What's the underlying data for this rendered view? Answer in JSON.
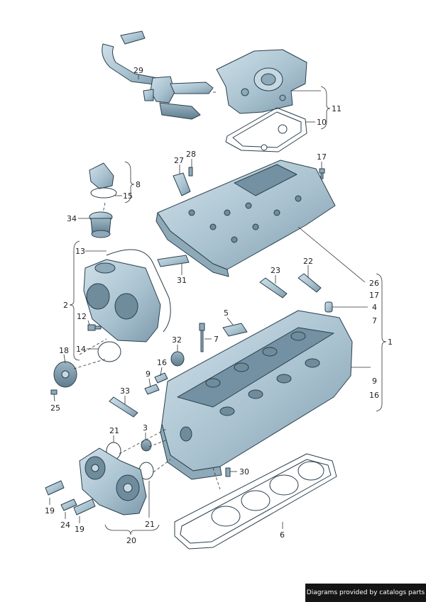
{
  "colors": {
    "part_fill": "#b7cdd9",
    "part_shade": "#8eaab9",
    "part_dark": "#6f8c9c",
    "outline": "#2a3f4c",
    "credit_bg": "#151515",
    "credit_text": "#ffffff"
  },
  "callouts": [
    {
      "id": "c29",
      "text": "29"
    },
    {
      "id": "c11",
      "text": "11"
    },
    {
      "id": "c10",
      "text": "10"
    },
    {
      "id": "c8",
      "text": "8"
    },
    {
      "id": "c15",
      "text": "15"
    },
    {
      "id": "c28",
      "text": "28"
    },
    {
      "id": "c27",
      "text": "27"
    },
    {
      "id": "c17a",
      "text": "17"
    },
    {
      "id": "c34",
      "text": "34"
    },
    {
      "id": "c13",
      "text": "13"
    },
    {
      "id": "c31",
      "text": "31"
    },
    {
      "id": "c2",
      "text": "2"
    },
    {
      "id": "c12",
      "text": "12"
    },
    {
      "id": "c14",
      "text": "14"
    },
    {
      "id": "c18",
      "text": "18"
    },
    {
      "id": "c25",
      "text": "25"
    },
    {
      "id": "c23",
      "text": "23"
    },
    {
      "id": "c22",
      "text": "22"
    },
    {
      "id": "c26",
      "text": "26"
    },
    {
      "id": "c17b",
      "text": "17"
    },
    {
      "id": "c4",
      "text": "4"
    },
    {
      "id": "c7a",
      "text": "7"
    },
    {
      "id": "c1",
      "text": "1"
    },
    {
      "id": "c5",
      "text": "5"
    },
    {
      "id": "c32",
      "text": "32"
    },
    {
      "id": "c7b",
      "text": "7"
    },
    {
      "id": "c16a",
      "text": "16"
    },
    {
      "id": "c9a",
      "text": "9"
    },
    {
      "id": "c9b",
      "text": "9"
    },
    {
      "id": "c16b",
      "text": "16"
    },
    {
      "id": "c33",
      "text": "33"
    },
    {
      "id": "c3",
      "text": "3"
    },
    {
      "id": "c21a",
      "text": "21"
    },
    {
      "id": "c30",
      "text": "30"
    },
    {
      "id": "c19a",
      "text": "19"
    },
    {
      "id": "c24",
      "text": "24"
    },
    {
      "id": "c19b",
      "text": "19"
    },
    {
      "id": "c21b",
      "text": "21"
    },
    {
      "id": "c20",
      "text": "20"
    },
    {
      "id": "c6",
      "text": "6"
    }
  ],
  "credit": {
    "text": "Diagrams provided by catalogs parts"
  }
}
